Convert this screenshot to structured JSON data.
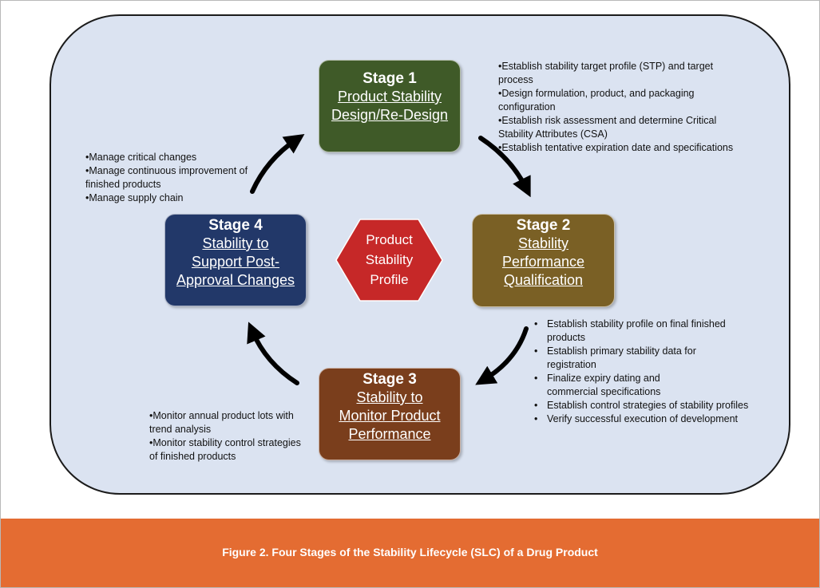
{
  "center": {
    "lines": [
      "Product",
      "Stability",
      "Profile"
    ]
  },
  "stages": [
    {
      "heading": "Stage 1",
      "name_lines": [
        "Product Stability",
        "Design/Re-Design"
      ]
    },
    {
      "heading": "Stage 2",
      "name_lines": [
        "Stability",
        "Performance",
        "Qualification"
      ]
    },
    {
      "heading": "Stage 3",
      "name_lines": [
        "Stability to",
        "Monitor Product",
        "Performance"
      ]
    },
    {
      "heading": "Stage 4",
      "name_lines": [
        "Stability to",
        "Support Post-",
        "Approval Changes"
      ]
    }
  ],
  "notes": {
    "stage1": [
      "•Establish stability target profile (STP) and target",
      "process",
      "•Design formulation, product, and packaging",
      "configuration",
      "•Establish risk assessment and determine Critical",
      "Stability Attributes (CSA)",
      "•Establish tentative expiration date and specifications"
    ],
    "stage2": [
      {
        "bullet": "•",
        "lines": [
          "Establish stability profile on final finished",
          "products"
        ]
      },
      {
        "bullet": "•",
        "lines": [
          "Establish primary stability data for",
          "registration"
        ]
      },
      {
        "bullet": "•",
        "lines": [
          "Finalize expiry dating and",
          "commercial specifications"
        ]
      },
      {
        "bullet": "•",
        "lines": [
          "Establish control strategies of stability profiles"
        ]
      },
      {
        "bullet": "•",
        "lines": [
          "Verify successful execution of development"
        ]
      }
    ],
    "stage3": [
      "•Monitor annual product lots with",
      "trend analysis",
      "•Monitor stability control strategies",
      "of finished products"
    ],
    "stage4": [
      "•Manage critical changes",
      "•Manage continuous improvement of",
      "finished products",
      "•Manage supply chain"
    ]
  },
  "caption": "Figure 2. Four Stages of the Stability Lifecycle (SLC) of a Drug Product",
  "colors": {
    "panel": "#dbe3f1",
    "stage1": "#3f5a28",
    "stage2": "#7a6025",
    "stage3": "#7a3e1c",
    "stage4": "#223869",
    "center": "#c62828",
    "footer": "#e46c32"
  }
}
